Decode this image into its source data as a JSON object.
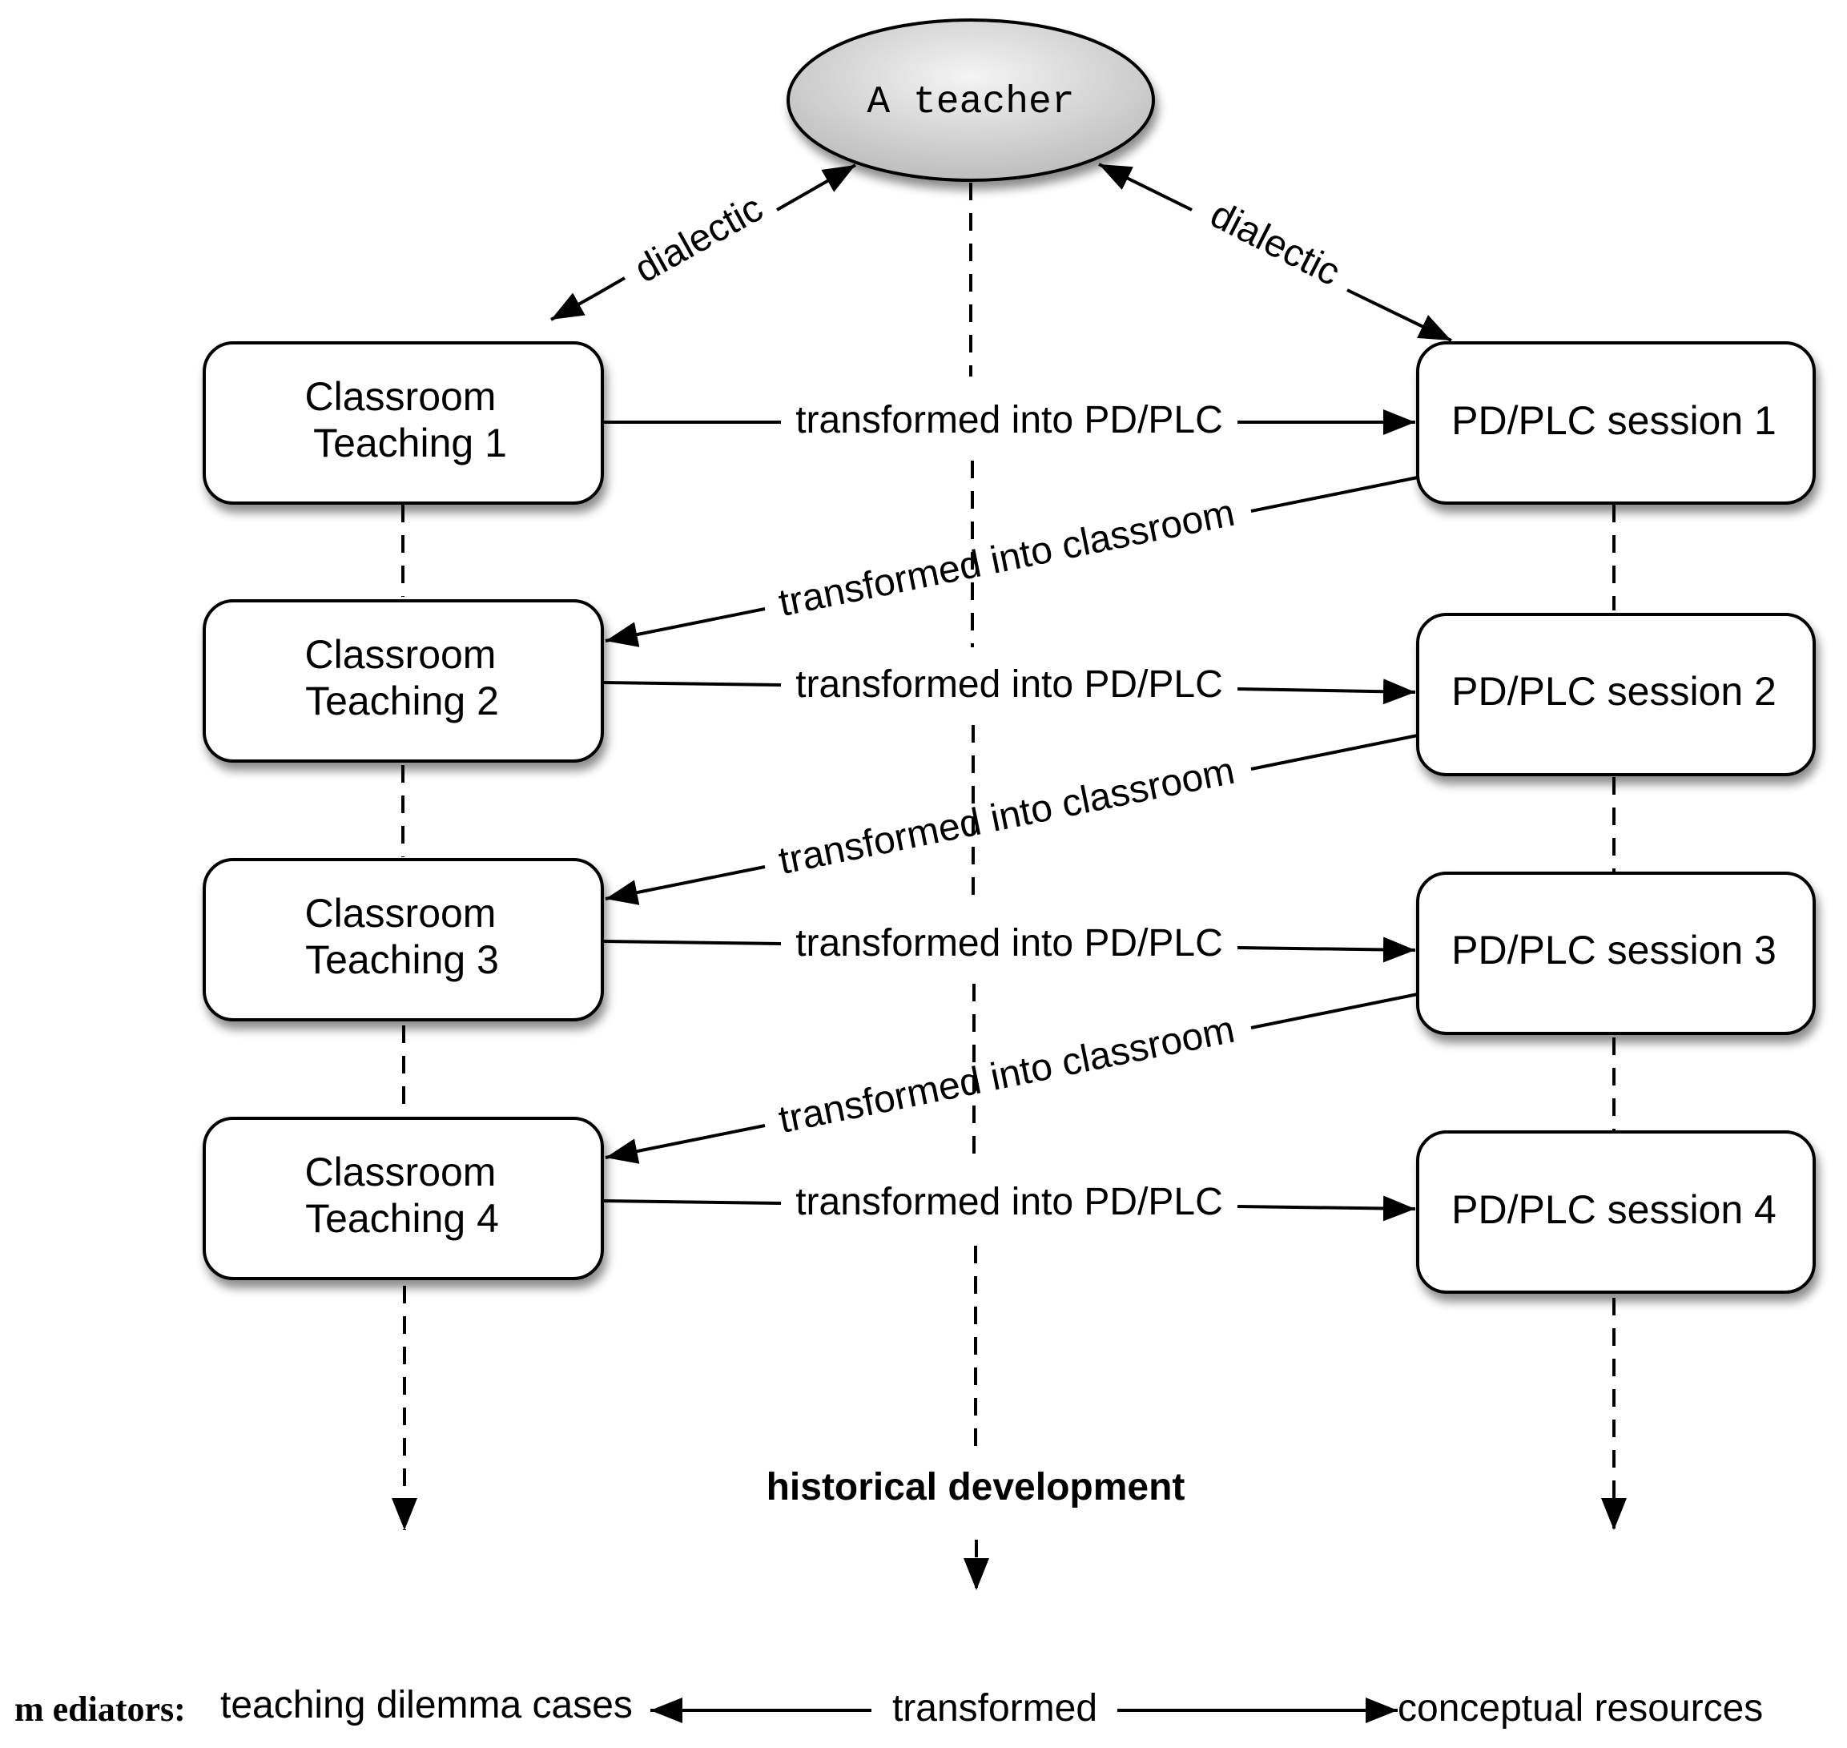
{
  "teacher": {
    "label": "A teacher"
  },
  "dialectic_left": "dialectic",
  "dialectic_right": "dialectic",
  "classroom_boxes": [
    {
      "line1": "Classroom",
      "line2": "Teaching 1"
    },
    {
      "line1": "Classroom",
      "line2": "Teaching 2"
    },
    {
      "line1": "Classroom",
      "line2": "Teaching 3"
    },
    {
      "line1": "Classroom",
      "line2": "Teaching 4"
    }
  ],
  "session_boxes": [
    {
      "label": "PD/PLC session 1"
    },
    {
      "label": "PD/PLC session 2"
    },
    {
      "label": "PD/PLC session 3"
    },
    {
      "label": "PD/PLC session 4"
    }
  ],
  "to_pd_label": "transformed into PD/PLC",
  "to_classroom_label": "transformed into classroom",
  "historical_label": "historical development",
  "mediators": {
    "prefix": "m ediators:",
    "left": "teaching dilemma cases",
    "middle": "transformed",
    "right": "conceptual resources"
  }
}
